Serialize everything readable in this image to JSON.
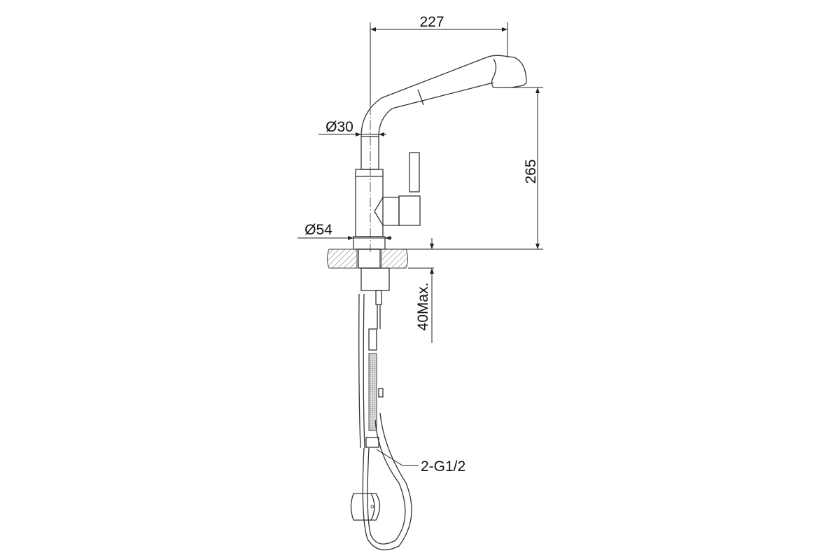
{
  "drawing": {
    "title": "Kitchen faucet with pull-out spray dimension drawing",
    "dimensions": {
      "reach": "227",
      "height": "265",
      "spout_diameter": "Ø30",
      "base_diameter": "Ø54",
      "max_countertop": "40Max.",
      "connection": "2-G1/2"
    }
  }
}
